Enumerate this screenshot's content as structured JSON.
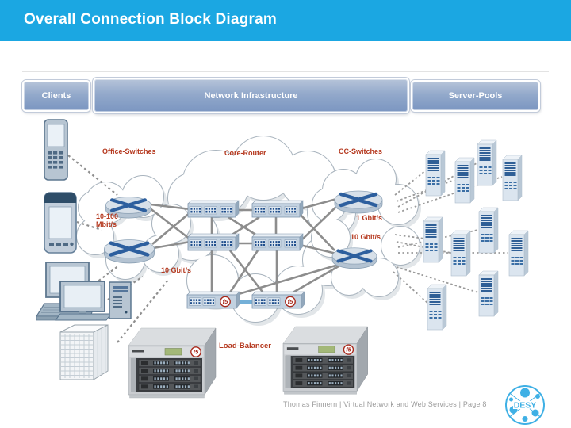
{
  "title": "Overall Connection Block Diagram",
  "sections": {
    "clients": "Clients",
    "network_infrastructure": "Network Infrastructure",
    "server_pools": "Server-Pools"
  },
  "labels": {
    "office_switches": "Office-Switches",
    "core_router": "Core-Router",
    "cc_switches": "CC-Switches",
    "access_speed": "10-100\nMbit/s",
    "speed_1g": "1 Gbit/s",
    "speed_10g": "10 Gbit/s",
    "speed_10g_core": "10 Gbit/s",
    "load_balancer": "Load-Balancer"
  },
  "devices": {
    "f5_logo": "f5",
    "client_icons": [
      "mobile-phone",
      "pda",
      "laptop",
      "desktop-computer",
      "office-building"
    ],
    "office_switch_count": 2,
    "core_switch_count": 4,
    "f5_switch_count": 2,
    "cc_switch_count": 2,
    "server_count": 10,
    "load_balancer_count": 2
  },
  "footer": {
    "text": "Thomas Finnern  |  Virtual Network and Web Services  |  Page 8"
  },
  "logo": {
    "text": "DESY"
  },
  "colors": {
    "header_bg": "#1ba7e2",
    "header_text": "#ffffff",
    "section_box_top": "#b6c4d9",
    "section_box_bottom": "#7b96c1",
    "label_red": "#b5381e",
    "line_gray": "#8d8d8d",
    "cloud_stroke": "#a9b4be",
    "arrow_blue": "#2d5f9e",
    "f5_red": "#a8291c",
    "desy_blue": "#3fb0e5",
    "footer_text": "#9b9b9b"
  }
}
